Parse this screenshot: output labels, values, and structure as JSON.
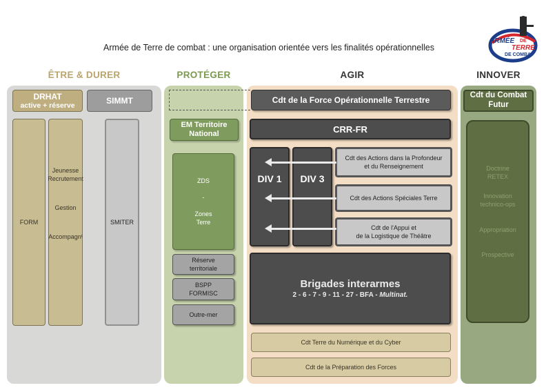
{
  "title": "Armée de Terre de combat : une organisation orientée vers les finalités opérationnelles",
  "logo": {
    "line1": "ARMÉE",
    "line2": "DE",
    "line3": "TERRE",
    "line4": "DE COMBAT"
  },
  "columns": {
    "etre": "ÊTRE & DURER",
    "proteger": "PROTÉGER",
    "agir": "AGIR",
    "innover": "INNOVER"
  },
  "etre": {
    "drhat_line1": "DRHAT",
    "drhat_line2": "active + réserve",
    "simmt": "SIMMT",
    "form": "FORM",
    "rh_items": [
      "Jeunesse",
      "Recrutement",
      "Gestion",
      "Accompagnᵗ"
    ],
    "smiter": "SMITER"
  },
  "proteger": {
    "em_line1": "EM Territoire",
    "em_line2": "National",
    "zds": "ZDS",
    "dash": "-",
    "zones_line1": "Zones",
    "zones_line2": "Terre",
    "reserve_line1": "Réserve",
    "reserve_line2": "territoriale",
    "bspp_line1": "BSPP",
    "bspp_line2": "FORMISC",
    "outremer": "Outre-mer"
  },
  "agir": {
    "cfot": "Cdt de la Force Opérationnelle Terrestre",
    "crr": "CRR-FR",
    "div1": "DIV 1",
    "div3": "DIV 3",
    "profondeur_line1": "Cdt des Actions dans la Profondeur",
    "profondeur_line2": "et du Renseignement",
    "speciales": "Cdt des Actions Spéciales Terre",
    "appui_line1": "Cdt de l'Appui et",
    "appui_line2": "de la Logistique de Théâtre",
    "brigades_title": "Brigades interarmes",
    "brigades_list": "2 - 6 - 7 - 9 - 11 - 27 - BFA - ",
    "brigades_multinat": "Multinat.",
    "numerique": "Cdt Terre du Numérique et du Cyber",
    "preparation": "Cdt de la Préparation des Forces"
  },
  "innover": {
    "cdt_line1": "Cdt du Combat",
    "cdt_line2": "Futur",
    "items": [
      "Doctrine",
      "RETEX",
      "Innovation",
      "technico-ops",
      "Appropriation",
      "Prospective"
    ]
  },
  "colors": {
    "etre_head": "#b9a46e",
    "proteger_head": "#7a9a4e",
    "agir_head": "#333333",
    "innover_head": "#333333"
  }
}
